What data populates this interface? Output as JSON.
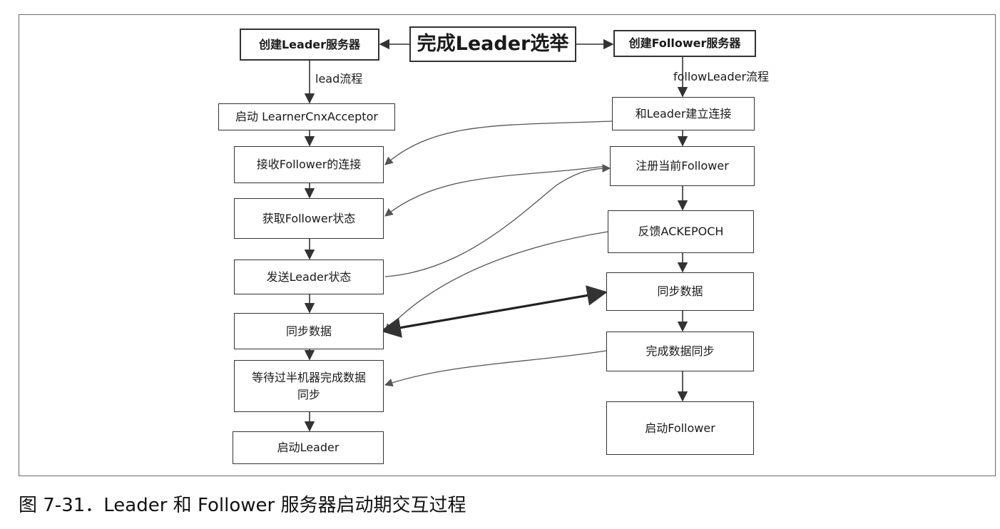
{
  "title_box": "完成Leader选举",
  "leader": {
    "create": "创建Leader服务器",
    "flow_label": "lead流程",
    "steps": [
      "启动 LearnerCnxAcceptor",
      "接收Follower的连接",
      "获取Follower状态",
      "发送Leader状态",
      "同步数据",
      "等待过半机器完成数据同步",
      "启动Leader"
    ]
  },
  "follower": {
    "create": "创建Follower服务器",
    "flow_label": "followLeader流程",
    "steps": [
      "和Leader建立连接",
      "注册当前Follower",
      "反馈ACKEPOCH",
      "同步数据",
      "完成数据同步",
      "启动Follower"
    ]
  },
  "caption": "图 7-31．Leader 和 Follower 服务器启动期交互过程"
}
